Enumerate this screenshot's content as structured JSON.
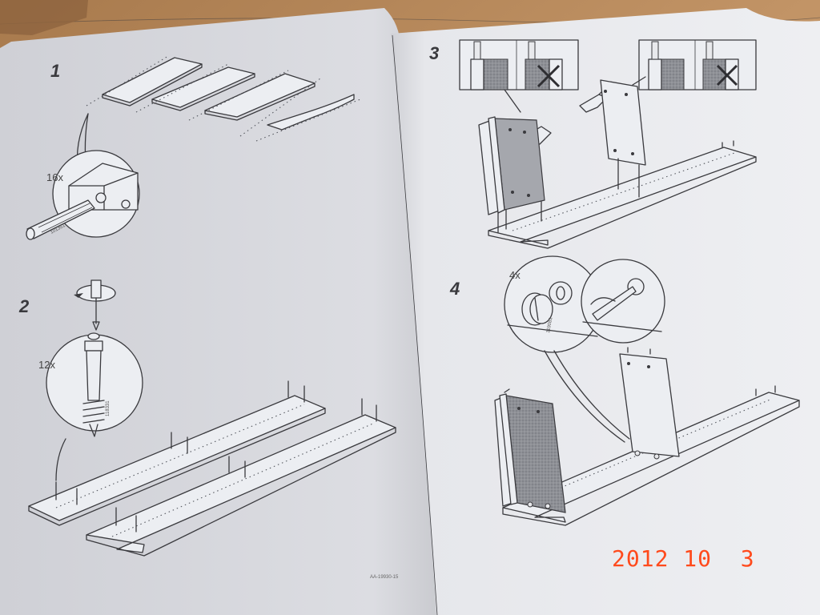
{
  "scene": {
    "description_free": true,
    "colors": {
      "table": "#b88b5e",
      "page_left": "#d7d8dd",
      "page_right": "#e9eaee",
      "ink": "#3a3a3e",
      "timestamp": "#ff4a1c"
    }
  },
  "left_page": {
    "step1": {
      "number": "1",
      "quantity": "16x",
      "part_code": "101351"
    },
    "step2": {
      "number": "2",
      "quantity": "12x",
      "part_code": "118331"
    },
    "reference": "AA-19930-15"
  },
  "right_page": {
    "step3": {
      "number": "3"
    },
    "step4": {
      "number": "4",
      "quantity": "4x",
      "part_code": "119081"
    }
  },
  "camera": {
    "date_stamp": "2012 10  3"
  }
}
